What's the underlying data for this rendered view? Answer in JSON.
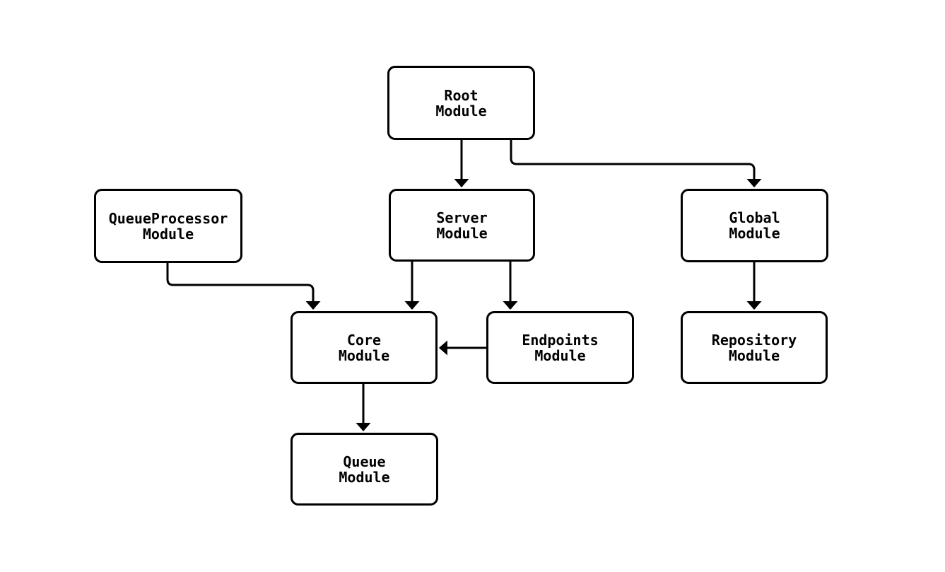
{
  "diagram": {
    "type": "flowchart",
    "background": "#ffffff",
    "node_fill": "#ffffff",
    "node_border_color": "#000000",
    "edge_color": "#000000",
    "text_color": "#000000",
    "nodes": [
      {
        "id": "root",
        "line1": "Root",
        "line2": "Module"
      },
      {
        "id": "queueprocessor",
        "line1": "QueueProcessor",
        "line2": "Module"
      },
      {
        "id": "server",
        "line1": "Server",
        "line2": "Module"
      },
      {
        "id": "global",
        "line1": "Global",
        "line2": "Module"
      },
      {
        "id": "core",
        "line1": "Core",
        "line2": "Module"
      },
      {
        "id": "endpoints",
        "line1": "Endpoints",
        "line2": "Module"
      },
      {
        "id": "repository",
        "line1": "Repository",
        "line2": "Module"
      },
      {
        "id": "queue",
        "line1": "Queue",
        "line2": "Module"
      }
    ],
    "edges": [
      {
        "from": "Root Module",
        "to": "Server Module"
      },
      {
        "from": "Root Module",
        "to": "Global Module"
      },
      {
        "from": "QueueProcessor Module",
        "to": "Core Module"
      },
      {
        "from": "Server Module",
        "to": "Core Module"
      },
      {
        "from": "Server Module",
        "to": "Endpoints Module"
      },
      {
        "from": "Endpoints Module",
        "to": "Core Module"
      },
      {
        "from": "Global Module",
        "to": "Repository Module"
      },
      {
        "from": "Core Module",
        "to": "Queue Module"
      }
    ]
  }
}
